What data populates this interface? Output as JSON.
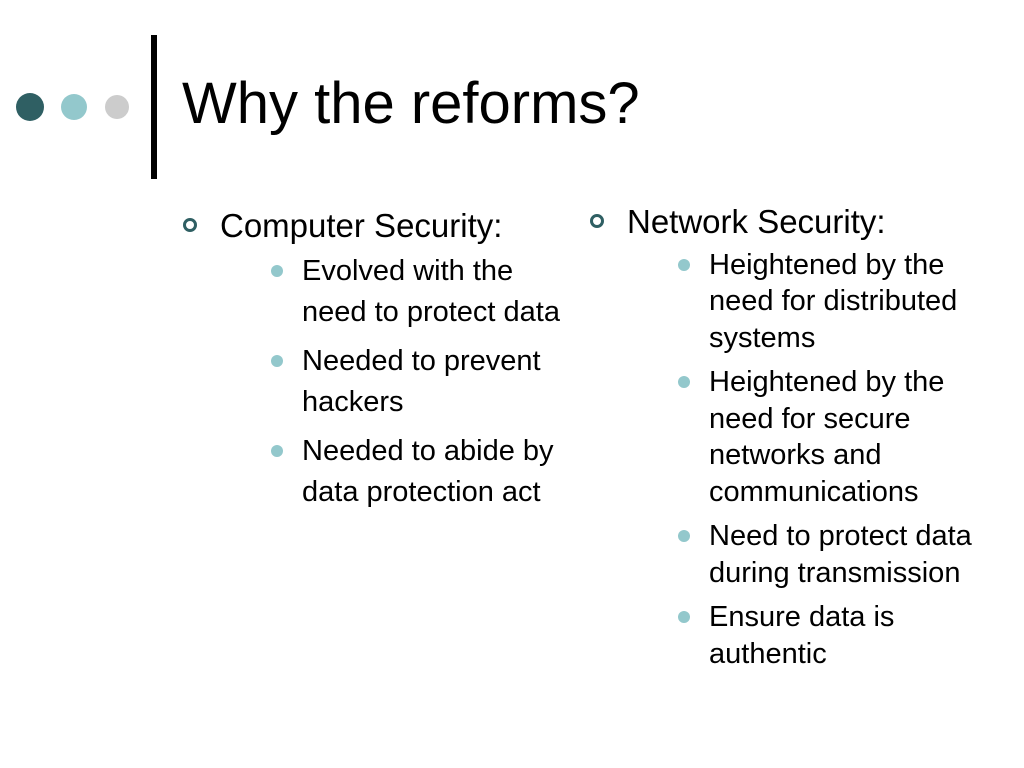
{
  "slide": {
    "title": "Why the reforms?"
  },
  "colors": {
    "dark_teal": "#2f5f63",
    "light_teal": "#93c8cc",
    "gray": "#cccccc"
  },
  "columns": [
    {
      "heading": "Computer Security:",
      "items": [
        "Evolved with the need to protect data",
        "Needed to prevent hackers",
        "Needed to abide by data protection act"
      ]
    },
    {
      "heading": "Network Security:",
      "items": [
        "Heightened by the need for distributed systems",
        "Heightened by the need for secure networks and communications",
        "Need to protect data during transmission",
        "Ensure data is authentic"
      ]
    }
  ]
}
